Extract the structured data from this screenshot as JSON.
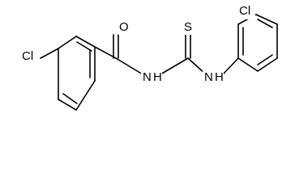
{
  "atom_labels": {
    "cl_left": "Cl",
    "carbonyl_oxygen": "O",
    "amide_nh": "N",
    "amide_h": "H",
    "thione_sulfur": "S",
    "aryl_nh": "N",
    "aryl_h": "H",
    "cl_right": "Cl"
  },
  "colors": {
    "bond": "#000000",
    "label": "#000000",
    "background": "#ffffff"
  }
}
